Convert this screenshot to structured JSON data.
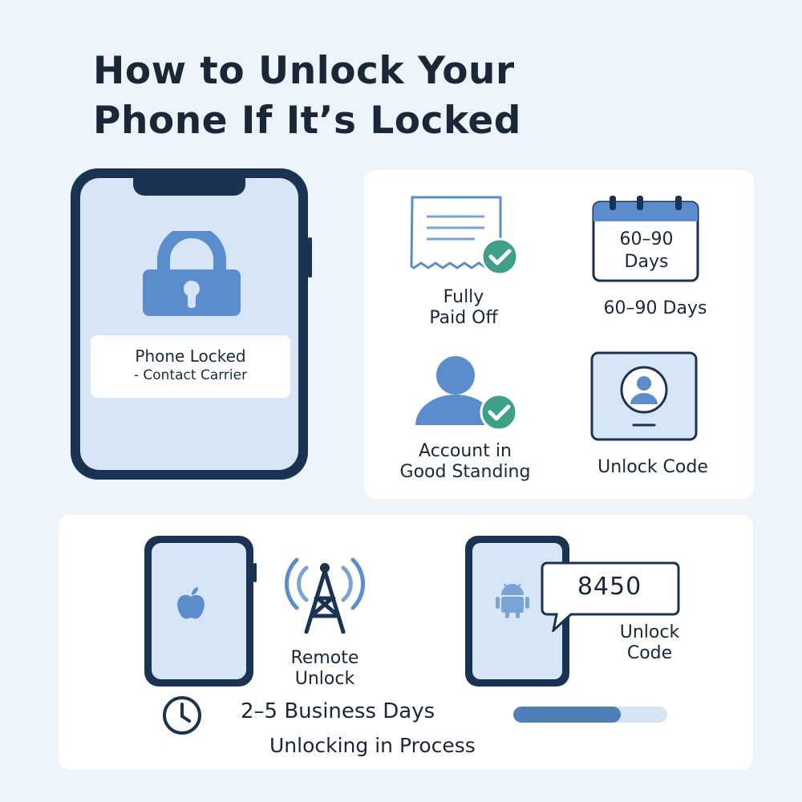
{
  "title": {
    "line1": "How to Unlock Your",
    "line2": "Phone If It’s Locked"
  },
  "locked_phone": {
    "icon": "padlock-icon",
    "message_line1": "Phone Locked",
    "message_line2": "- Contact Carrier"
  },
  "requirements": [
    {
      "icon": "receipt-check-icon",
      "label_line1": "Fully",
      "label_line2": "Paid Off"
    },
    {
      "icon": "calendar-icon",
      "calendar_line1": "60–90",
      "calendar_line2": "Days",
      "label": "60–90 Days"
    },
    {
      "icon": "user-check-icon",
      "label_line1": "Account in",
      "label_line2": "Good Standing"
    },
    {
      "icon": "phone-profile-icon",
      "label": "Unlock Code"
    }
  ],
  "process": {
    "remote_unlock": {
      "icon": "cell-tower-icon",
      "label_line1": "Remote",
      "label_line2": "Unlock"
    },
    "iphone_icon": "apple-logo-icon",
    "android_icon": "android-logo-icon",
    "code_value": "8450",
    "code_label_line1": "Unlock",
    "code_label_line2": "Code",
    "clock_icon": "clock-icon",
    "duration": "2–5 Business Days",
    "progress_fraction": 0.7,
    "status": "Unlocking in Process"
  },
  "colors": {
    "background": "#eef4fb",
    "accent_blue": "#5b8ccc",
    "dark_navy": "#1b3352",
    "check_green": "#3f9f88",
    "screen_blue": "#d7e6f7"
  }
}
